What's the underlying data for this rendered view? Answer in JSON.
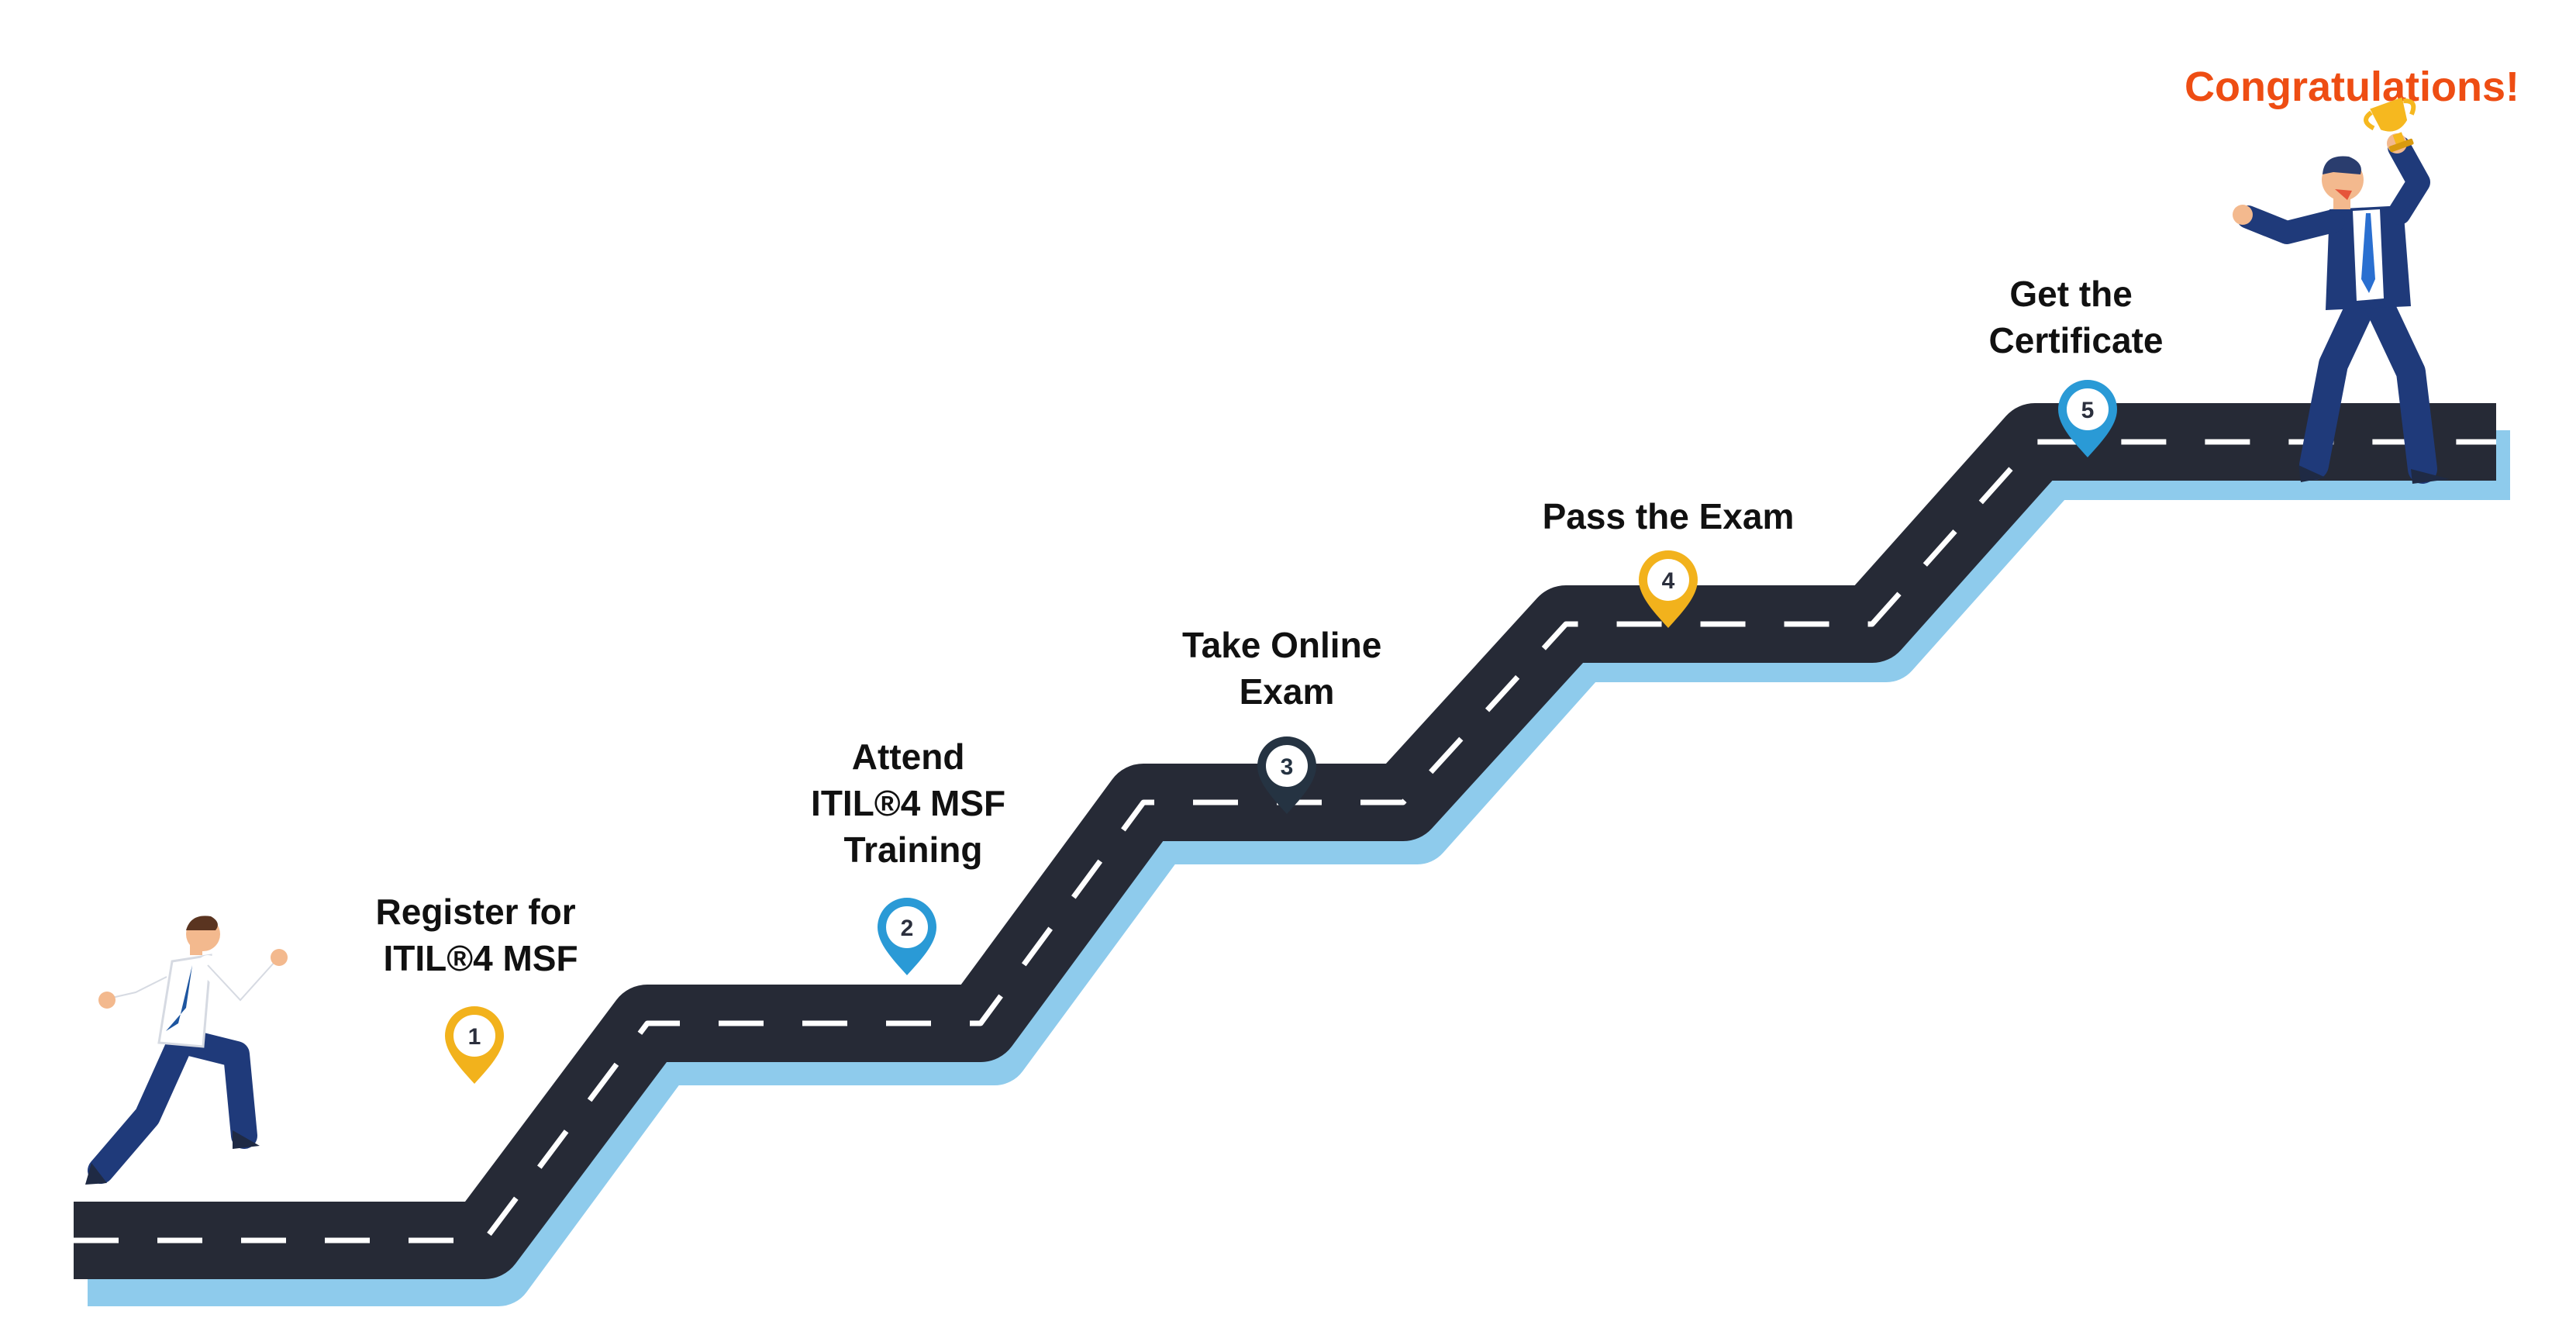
{
  "congrats": "Congratulations!",
  "steps": [
    {
      "num": "1",
      "lines": [
        "Register for",
        "ITIL®4 MSF"
      ],
      "pin_color": "#f2b21c",
      "num_color": "#2b2f3d"
    },
    {
      "num": "2",
      "lines": [
        "Attend",
        "ITIL®4 MSF",
        "Training"
      ],
      "pin_color": "#2a9ad6",
      "num_color": "#2b2f3d"
    },
    {
      "num": "3",
      "lines": [
        "Take Online",
        "Exam"
      ],
      "pin_color": "#253342",
      "num_color": "#253342"
    },
    {
      "num": "4",
      "lines": [
        "Pass the Exam"
      ],
      "pin_color": "#f2b21c",
      "num_color": "#2b2f3d"
    },
    {
      "num": "5",
      "lines": [
        "Get the",
        "Certificate"
      ],
      "pin_color": "#2a9ad6",
      "num_color": "#2b2f3d"
    }
  ],
  "colors": {
    "road": "#262a36",
    "road_edge": "#8ecbec",
    "dash": "#ffffff",
    "congrats": "#ee4d13",
    "suit": "#1f3a7a",
    "skin": "#f3b98e",
    "trophy": "#f6b81f"
  },
  "icons": [
    "runner-figure",
    "winner-figure",
    "trophy-icon",
    "map-pin-icon"
  ]
}
